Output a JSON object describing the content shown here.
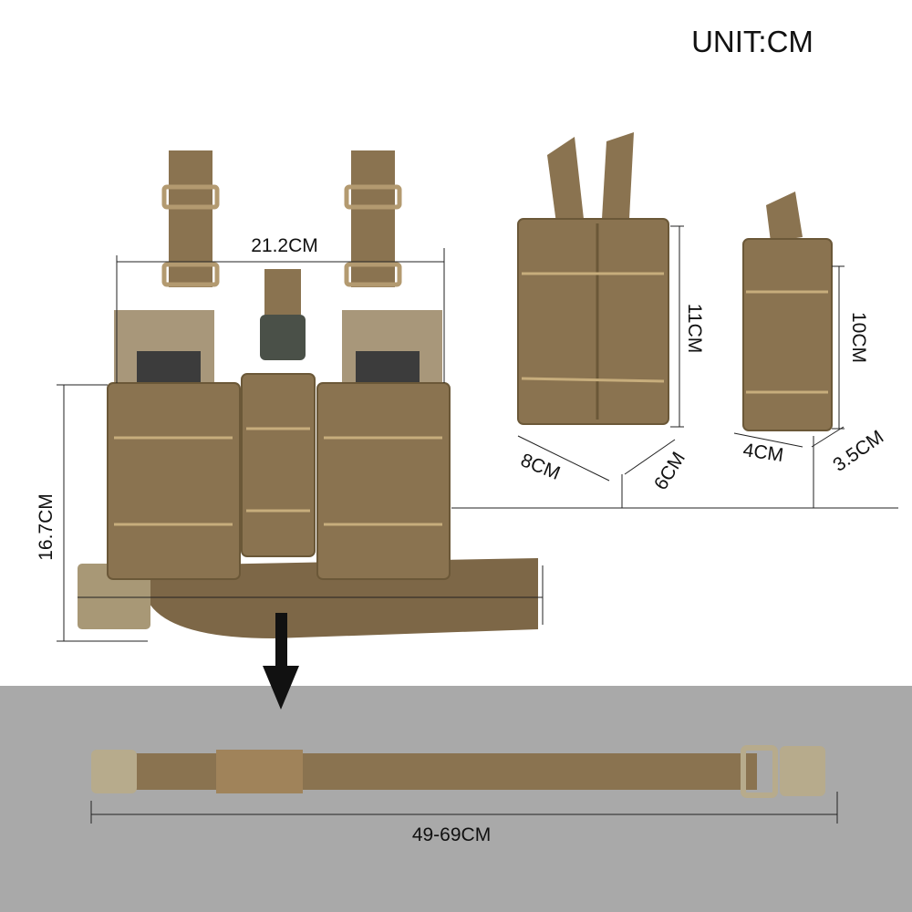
{
  "unit_label": "UNIT:CM",
  "main_rig": {
    "width_label": "21.2CM",
    "height_label": "16.7CM"
  },
  "double_pouch": {
    "height_label": "11CM",
    "width_label": "8CM",
    "depth_label": "6CM"
  },
  "single_pouch": {
    "height_label": "10CM",
    "width_label": "4CM",
    "depth_label": "3.5CM"
  },
  "belt": {
    "length_label": "49-69CM"
  },
  "colors": {
    "coyote": "#8a7350",
    "coyote_dark": "#6b5838",
    "coyote_light": "#b39a70",
    "band_gray": "#a9a9a9"
  }
}
